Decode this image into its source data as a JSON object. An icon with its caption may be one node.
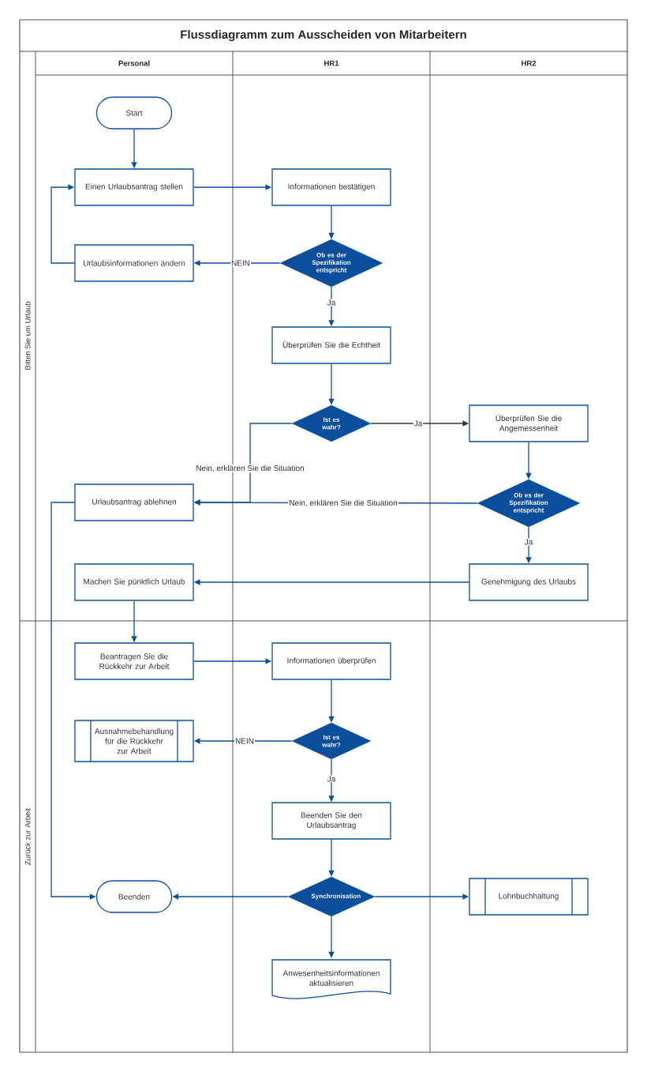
{
  "diagram": {
    "title": "Flussdiagramm zum Ausscheiden von Mitarbeitern",
    "nodes": [
      {
        "text": [
          "Start"
        ]
      },
      {
        "text": [
          "Einen Urlaubsantrag stellen"
        ]
      },
      {
        "text": [
          "Informationen bestätigen"
        ]
      },
      {
        "text": [
          "Urlaubsinformationen ändern"
        ]
      },
      {
        "text": [
          "Ob es der Spezifikation entspricht"
        ]
      },
      {
        "text": [
          "Überprüfen Sie die Echtheit"
        ]
      },
      {
        "text": [
          "Ist es wahr?"
        ]
      },
      {
        "text": [
          "Überprüfen Sie die Angemessenheit"
        ]
      },
      {
        "text": [
          "Urlaubsantrag ablehnen"
        ]
      },
      {
        "text": [
          "Ob es der Spezifikation entspricht"
        ]
      },
      {
        "text": [
          "Machen Sie pünktlich Urlaub"
        ]
      },
      {
        "text": [
          "Genehmigung des Urlaubs"
        ]
      },
      {
        "text": [
          "Beantragen Sie die Rückkehr zur Arbeit"
        ]
      },
      {
        "text": [
          "Informationen überprüfen"
        ]
      },
      {
        "text": [
          "Ausnahmebehandlung für die Rückkehr zur Arbeit"
        ]
      },
      {
        "text": [
          "Ist es wahr?"
        ]
      },
      {
        "text": [
          "Beenden Sie den Urlaubsantrag"
        ]
      },
      {
        "text": [
          "Beenden"
        ]
      },
      {
        "text": [
          "Synchronisation"
        ]
      },
      {
        "text": [
          "Lohnbuchhaltung"
        ]
      },
      {
        "text": [
          "Anwesenheitsinformationen aktualisieren"
        ]
      }
    ],
    "edges": [
      {
        "from": 0,
        "to": 1,
        "arrow": "to"
      },
      {
        "from": 1,
        "to": 2,
        "arrow": "to"
      },
      {
        "from": 2,
        "to": 4,
        "arrow": "to"
      },
      {
        "from": 4,
        "to": 3,
        "arrow": "to",
        "label": "NEIN"
      },
      {
        "from": 3,
        "to": 1,
        "arrow": "to"
      },
      {
        "from": 4,
        "to": 5,
        "arrow": "to",
        "label": "Ja"
      },
      {
        "from": 5,
        "to": 6,
        "arrow": "to"
      },
      {
        "from": 6,
        "to": 7,
        "arrow": "to",
        "label": "Ja",
        "color": "#333333"
      },
      {
        "from": 6,
        "to": 8,
        "arrow": "to",
        "label": "Nein, erklären Sie die Situation"
      },
      {
        "from": 7,
        "to": 9,
        "arrow": "to"
      },
      {
        "from": 9,
        "to": 8,
        "arrow": "to",
        "label": "Nein, erklären Sie die Situation"
      },
      {
        "from": 9,
        "to": 11,
        "arrow": "to",
        "label": "Ja"
      },
      {
        "from": 11,
        "to": 10,
        "arrow": "to"
      },
      {
        "from": 10,
        "to": 12,
        "arrow": "to"
      },
      {
        "from": 12,
        "to": 13,
        "arrow": "to"
      },
      {
        "from": 13,
        "to": 15,
        "arrow": "to"
      },
      {
        "from": 15,
        "to": 14,
        "arrow": "to",
        "label": "NEIN"
      },
      {
        "from": 15,
        "to": 16,
        "arrow": "to",
        "label": "Ja"
      },
      {
        "from": 16,
        "to": 18,
        "arrow": "to"
      },
      {
        "from": 8,
        "to": 17,
        "arrow": "to"
      },
      {
        "from": 18,
        "to": 17,
        "arrow": "to"
      },
      {
        "from": 18,
        "to": 19,
        "arrow": "to"
      },
      {
        "from": 18,
        "to": 20,
        "arrow": "to"
      }
    ],
    "labels": [
      "Personal",
      "HR1",
      "HR2",
      "Bitten Sie um Urlaub",
      "Zurück zur Arbeit"
    ]
  }
}
